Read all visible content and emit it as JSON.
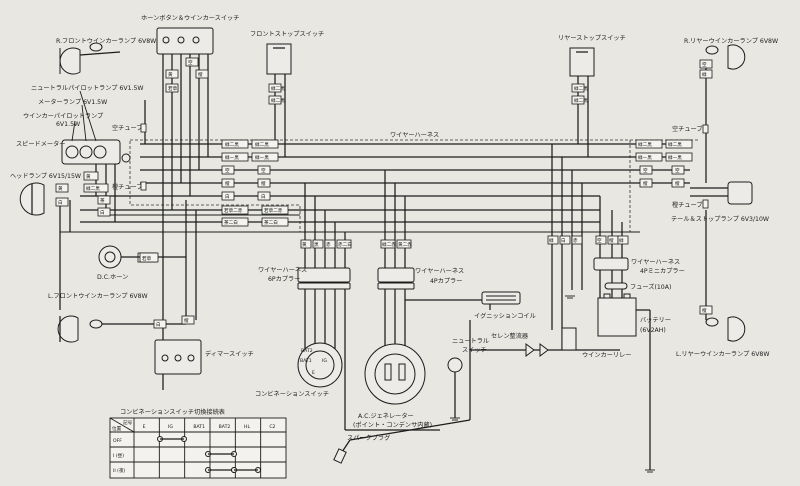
{
  "labels": {
    "r_front_winker": "R.フロントウインカーランプ 6V8W",
    "horn_winker_switch": "ホーンボタン＆ウインカースイッチ",
    "front_stop_switch": "フロントストップスイッチ",
    "rear_stop_switch": "リヤーストップスイッチ",
    "r_rear_winker": "R.リヤーウインカーランプ 6V8W",
    "neutral_pilot": "ニュートラルパイロットランプ 6V1.5W",
    "meter_lamp": "メーターランプ 6V1.5W",
    "winker_pilot": "ウインカーパイロットランプ",
    "winker_pilot_w": "6V1.5W",
    "speedometer": "スピードメーター",
    "headlamp": "ヘッドランプ 6V15/15W",
    "harness_top": "ワイヤーハーネス",
    "tube_left_1": "空チューブ",
    "tube_left_2": "橙チューブ",
    "tube_right_1": "空チューブ",
    "tube_right_2": "橙チューブ",
    "dc_horn": "D.C.ホーン",
    "l_front_winker": "L.フロントウインカーランプ 6V8W",
    "dimmer_switch": "ディマースイッチ",
    "harness_6p": "ワイヤーハーネス",
    "harness_6p_b": "6Pカプラー",
    "harness_4p": "ワイヤーハーネス",
    "harness_4p_b": "4Pカプラー",
    "harness_mini": "ワイヤーハーネス",
    "harness_mini_b": "4Pミニカプラー",
    "tail_stop_lamp": "テール＆ストップランプ 6V3/10W",
    "fuse": "フューズ(10A)",
    "battery": "バッテリー",
    "battery_b": "(6V2AH)",
    "ignition_coil": "イグニッションコイル",
    "selenium_rect": "セレン整流器",
    "winker_relay": "ウインカーリレー",
    "l_rear_winker": "L.リヤーウインカーランプ 6V8W",
    "neutral_switch": "ニュートラル",
    "neutral_switch_b": "スイッチ",
    "combination_switch": "コンビネーションスイッチ",
    "ac_generator": "A.C.ジェネレーター",
    "ac_generator_b": "(ポイント・コンデンサ内蔵)",
    "spark_plug": "スパークプラグ",
    "bat1_tag": "BAT1",
    "ig_tag": "IG",
    "e_tag": "E",
    "bat2_tag": "BAT2"
  },
  "wire_codes": {
    "green_black": "緑二黒",
    "green_black_slash": "緑ー黒",
    "light_blue": "空",
    "orange": "橙",
    "white": "白",
    "brown": "茶",
    "brown_white": "茶二白",
    "yellow": "黄",
    "yellow_red": "黄二赤",
    "red_white": "赤二白",
    "green": "緑",
    "light_green": "若草",
    "light_green_red": "若草二赤",
    "black": "黒",
    "red": "赤",
    "green_red": "緑二赤",
    "white_black": "白二黒",
    "black_white": "黒二白"
  },
  "table": {
    "title": "コンビネーションスイッチ切換接続表",
    "corner_top": "記号",
    "corner_bottom": "位置",
    "columns": [
      "E",
      "IG",
      "BAT1",
      "BAT2",
      "HL",
      "C2"
    ],
    "rows": [
      "OFF",
      "I (昼)",
      "II (夜)"
    ]
  }
}
